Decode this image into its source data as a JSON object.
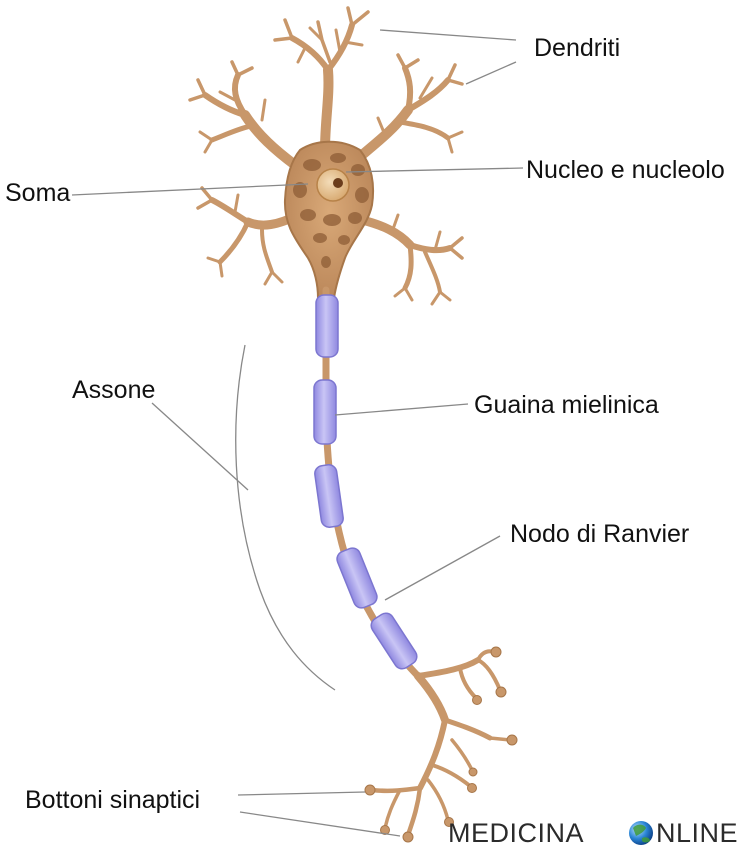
{
  "diagram": {
    "labels": {
      "dendriti": "Dendriti",
      "nucleo": "Nucleo e nucleolo",
      "soma": "Soma",
      "assone": "Assone",
      "guaina": "Guaina mielinica",
      "nodo": "Nodo di Ranvier",
      "bottoni": "Bottoni sinaptici"
    },
    "watermark": {
      "text_left": "MEDICINA",
      "text_right": "NLINE",
      "logo_icon": "globe-icon"
    },
    "colors": {
      "neuron_fill": "#c8976a",
      "neuron_stroke": "#8a5c34",
      "soma_inner": "#a57247",
      "nucleus_spot": "#6b3d1c",
      "myelin_fill": "#a9a3ea",
      "myelin_stroke": "#7c76d0",
      "leader_line": "#888888"
    }
  }
}
